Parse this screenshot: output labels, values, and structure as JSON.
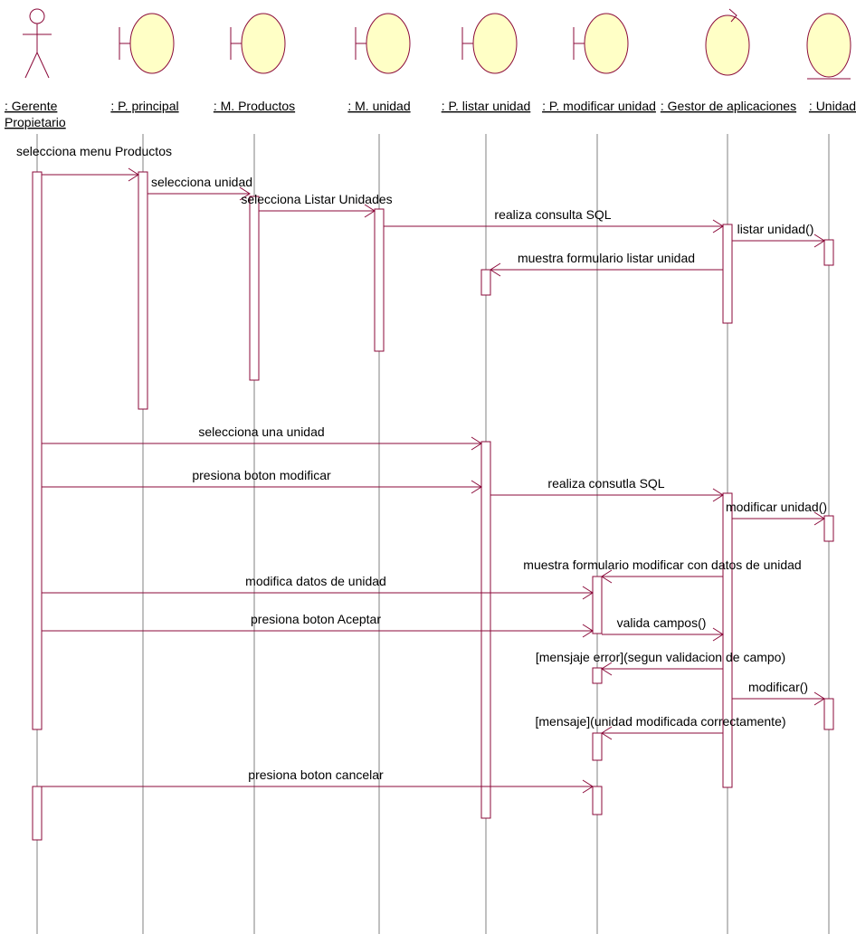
{
  "participants": [
    {
      "id": "gerente",
      "kind": "actor",
      "label_lines": [
        ": Gerente",
        "Propietario"
      ],
      "icon": "actor-icon"
    },
    {
      "id": "pprincipal",
      "kind": "boundary",
      "label_lines": [
        ": P. principal"
      ],
      "icon": "boundary-icon"
    },
    {
      "id": "mproductos",
      "kind": "boundary",
      "label_lines": [
        ": M. Productos"
      ],
      "icon": "boundary-icon"
    },
    {
      "id": "munidad",
      "kind": "boundary",
      "label_lines": [
        ": M. unidad"
      ],
      "icon": "boundary-icon"
    },
    {
      "id": "plistar",
      "kind": "boundary",
      "label_lines": [
        ": P. listar unidad"
      ],
      "icon": "boundary-icon"
    },
    {
      "id": "pmodificar",
      "kind": "boundary",
      "label_lines": [
        ": P. modificar unidad"
      ],
      "icon": "boundary-icon"
    },
    {
      "id": "gestor",
      "kind": "control",
      "label_lines": [
        ": Gestor de aplicaciones"
      ],
      "icon": "control-icon"
    },
    {
      "id": "unidad",
      "kind": "entity",
      "label_lines": [
        ": Unidad"
      ],
      "icon": "entity-icon"
    }
  ],
  "messages": [
    {
      "from": "gerente",
      "to": "pprincipal",
      "label": "selecciona menu Productos"
    },
    {
      "from": "pprincipal",
      "to": "mproductos",
      "label": "selecciona unidad"
    },
    {
      "from": "mproductos",
      "to": "munidad",
      "label": "selecciona Listar Unidades"
    },
    {
      "from": "munidad",
      "to": "gestor",
      "label": "realiza consulta SQL"
    },
    {
      "from": "gestor",
      "to": "unidad",
      "label": "listar unidad()"
    },
    {
      "from": "gestor",
      "to": "plistar",
      "label": "muestra formulario listar unidad"
    },
    {
      "from": "gerente",
      "to": "plistar",
      "label": "selecciona una unidad"
    },
    {
      "from": "gerente",
      "to": "plistar",
      "label": "presiona boton modificar"
    },
    {
      "from": "plistar",
      "to": "gestor",
      "label": "realiza consutla SQL"
    },
    {
      "from": "gestor",
      "to": "unidad",
      "label": "modificar unidad()"
    },
    {
      "from": "gestor",
      "to": "pmodificar",
      "label": "muestra formulario modificar con datos de unidad"
    },
    {
      "from": "gerente",
      "to": "pmodificar",
      "label": "modifica datos de unidad"
    },
    {
      "from": "gerente",
      "to": "pmodificar",
      "label": "presiona boton Aceptar"
    },
    {
      "from": "pmodificar",
      "to": "gestor",
      "label": "valida campos()"
    },
    {
      "from": "gestor",
      "to": "pmodificar",
      "label": "[mensjaje error](segun  validacion de campo)"
    },
    {
      "from": "gestor",
      "to": "unidad",
      "label": "modificar()"
    },
    {
      "from": "gestor",
      "to": "pmodificar",
      "label": "[mensaje](unidad modificada correctamente)"
    },
    {
      "from": "gerente",
      "to": "pmodificar",
      "label": "presiona boton cancelar"
    }
  ]
}
